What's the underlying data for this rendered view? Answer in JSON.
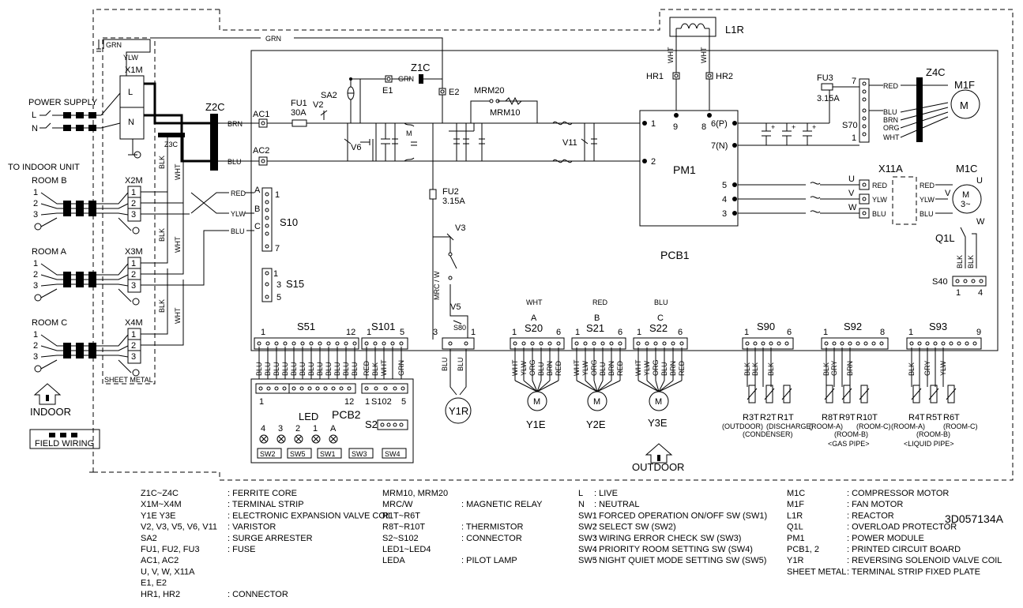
{
  "labels": {
    "power_supply": "POWER SUPPLY",
    "l": "L",
    "n": "N",
    "to_indoor_unit": "TO INDOOR UNIT",
    "room_b": "ROOM B",
    "room_a": "ROOM A",
    "room_c": "ROOM C",
    "indoor": "INDOOR",
    "outdoor": "OUTDOOR",
    "field_wiring": "FIELD WIRING",
    "sheet_metal": "SHEET METAL",
    "grn": "GRN",
    "ylw": "YLW",
    "x1m": "X1M",
    "x2m": "X2M",
    "x3m": "X3M",
    "x4m": "X4M",
    "z2c": "Z2C",
    "z3c": "Z3C",
    "z1c": "Z1C",
    "z4c": "Z4C",
    "ac1": "AC1",
    "ac2": "AC2",
    "brn": "BRN",
    "blu": "BLU",
    "red": "RED",
    "fu1": "FU1",
    "fu1_val": "30A",
    "fu2": "FU2",
    "fu2_val": "3.15A",
    "fu3": "FU3",
    "fu3_val": "3.15A",
    "v2": "V2",
    "v3": "V3",
    "v5": "V5",
    "v6": "V6",
    "v11": "V11",
    "sa2": "SA2",
    "e1": "E1",
    "e2": "E2",
    "mrm20": "MRM20",
    "mrm10": "MRM10",
    "mrc_w": "MRC / W",
    "s80": "S80",
    "hr1": "HR1",
    "hr2": "HR2",
    "l1r": "L1R",
    "wht": "WHT",
    "pm1": "PM1",
    "pcb1": "PCB1",
    "pcb2": "PCB2",
    "m1f": "M1F",
    "m1c": "M1C",
    "x11a": "X11A",
    "q1l": "Q1L",
    "s70": "S70",
    "s40": "S40",
    "s10": "S10",
    "s15": "S15",
    "s51": "S51",
    "s101": "S101",
    "s102": "S102",
    "s2": "S2",
    "s20": "S20",
    "s21": "S21",
    "s22": "S22",
    "s90": "S90",
    "s92": "S92",
    "s93": "S93",
    "led": "LED",
    "y1r": "Y1R",
    "y1e": "Y1E",
    "y2e": "Y2E",
    "y3e": "Y3E",
    "r3t": "R3T",
    "r2t": "R2T",
    "r1t": "R1T",
    "r8t": "R8T",
    "r9t": "R9T",
    "r10t": "R10T",
    "r4t": "R4T",
    "r5t": "R5T",
    "r6t": "R6T",
    "outdoor_p": "(OUTDOOR)",
    "condenser": "(CONDENSER)",
    "discharge": "(DISCHARGE)",
    "room_a_p": "(ROOM-A)",
    "room_b_p": "(ROOM-B)",
    "room_c_p": "(ROOM-C)",
    "gas_pipe": "<GAS PIPE>",
    "liquid_pipe": "<LIQUID PIPE>",
    "drawing_no": "3D057134A",
    "pin_9": "9",
    "pin_8": "8",
    "pin_6p": "6(P)",
    "pin_7n": "7(N)",
    "pin_5": "5",
    "pin_4": "4",
    "pin_3": "3",
    "pin_2": "2",
    "pin_1": "1",
    "u": "U",
    "v": "V",
    "w": "W",
    "motor_m": "M",
    "motor_3": "3~",
    "col_a": "A",
    "col_b": "B",
    "col_c": "C",
    "sw2": "SW2",
    "sw5": "SW5",
    "sw1": "SW1",
    "sw3": "SW3",
    "sw4": "SW4",
    "led_4": "4",
    "led_3": "3",
    "led_2": "2",
    "led_1": "1",
    "led_a": "A",
    "n1": "1",
    "n2": "2",
    "n3": "3",
    "n5": "5",
    "n6": "6",
    "n7": "7",
    "n8": "8",
    "n9": "9",
    "n12": "12",
    "orn": "ORG",
    "gry": "GRY",
    "blk": "BLK"
  },
  "legend": {
    "col1": [
      {
        "code": "Z1C~Z4C",
        "desc": ": FERRITE CORE"
      },
      {
        "code": "X1M~X4M",
        "desc": ": TERMINAL STRIP"
      },
      {
        "code": "Y1E Y3E",
        "desc": ": ELECTRONIC EXPANSION VALVE COIL"
      },
      {
        "code": "V2, V3, V5, V6, V11",
        "desc": ": VARISTOR"
      },
      {
        "code": "SA2",
        "desc": ": SURGE ARRESTER"
      },
      {
        "code": "FU1, FU2, FU3",
        "desc": ": FUSE"
      },
      {
        "code": "AC1, AC2",
        "desc": ""
      },
      {
        "code": "U, V, W, X11A",
        "desc": ""
      },
      {
        "code": "E1, E2",
        "desc": ""
      },
      {
        "code": "HR1, HR2",
        "desc": ": CONNECTOR"
      }
    ],
    "col2": [
      {
        "code": "MRM10, MRM20",
        "desc": ""
      },
      {
        "code": "MRC/W",
        "desc": ": MAGNETIC RELAY"
      },
      {
        "code": "R1T~R6T",
        "desc": ""
      },
      {
        "code": "R8T~R10T",
        "desc": ": THERMISTOR"
      },
      {
        "code": "S2~S102",
        "desc": ": CONNECTOR"
      },
      {
        "code": "LED1~LED4",
        "desc": ""
      },
      {
        "code": "LEDA",
        "desc": ": PILOT LAMP"
      }
    ],
    "col3": [
      {
        "code": "L",
        "desc": ": LIVE"
      },
      {
        "code": "N",
        "desc": ": NEUTRAL"
      },
      {
        "code": "SW1",
        "desc": ": FORCED OPERATION ON/OFF SW (SW1)"
      },
      {
        "code": "SW2",
        "desc": ": SELECT SW (SW2)"
      },
      {
        "code": "SW3",
        "desc": ": WIRING ERROR CHECK SW (SW3)"
      },
      {
        "code": "SW4",
        "desc": ": PRIORITY ROOM SETTING SW (SW4)"
      },
      {
        "code": "SW5",
        "desc": ": NIGHT QUIET MODE SETTING SW (SW5)"
      }
    ],
    "col4": [
      {
        "code": "M1C",
        "desc": ": COMPRESSOR MOTOR"
      },
      {
        "code": "M1F",
        "desc": ": FAN MOTOR"
      },
      {
        "code": "L1R",
        "desc": ": REACTOR"
      },
      {
        "code": "Q1L",
        "desc": ": OVERLOAD PROTECTOR"
      },
      {
        "code": "PM1",
        "desc": ": POWER MODULE"
      },
      {
        "code": "PCB1, 2",
        "desc": ": PRINTED CIRCUIT BOARD"
      },
      {
        "code": "Y1R",
        "desc": ": REVERSING SOLENOID VALVE COIL"
      },
      {
        "code": "SHEET METAL",
        "desc": ": TERMINAL STRIP FIXED PLATE"
      }
    ]
  },
  "wire_lists": {
    "s51": [
      "BLU",
      "BLU",
      "BLU",
      "BLU",
      "BLU",
      "BLU",
      "BLU",
      "BLU",
      "BLU",
      "BLU",
      "BLU",
      "BLU"
    ],
    "s101": [
      "RED",
      "BLK",
      "WHT",
      "",
      "GRN"
    ],
    "s20": [
      "WHT",
      "YLW",
      "ORG",
      "BLU",
      "BRN",
      "RED"
    ],
    "s21": [
      "WHT",
      "YLW",
      "ORG",
      "BLU",
      "BRN",
      "RED"
    ],
    "s22": [
      "WHT",
      "YLW",
      "ORG",
      "BLU",
      "BRN",
      "RED"
    ],
    "s80": [
      "BLU",
      "BLU"
    ],
    "s90": [
      "BLK",
      "BLK",
      "",
      "BLK"
    ],
    "s92": [
      "BLK",
      "GRY",
      "",
      "BRN"
    ],
    "s93": [
      "BLK",
      "",
      "GRY",
      "",
      "YLW"
    ],
    "s70": [
      "RED",
      "BLU",
      "BRN",
      "ORG",
      "WHT"
    ],
    "motor_uvw": [
      "RED",
      "YLW",
      "BLU"
    ],
    "s10": [
      "RED",
      "YLW",
      "BLU"
    ]
  }
}
